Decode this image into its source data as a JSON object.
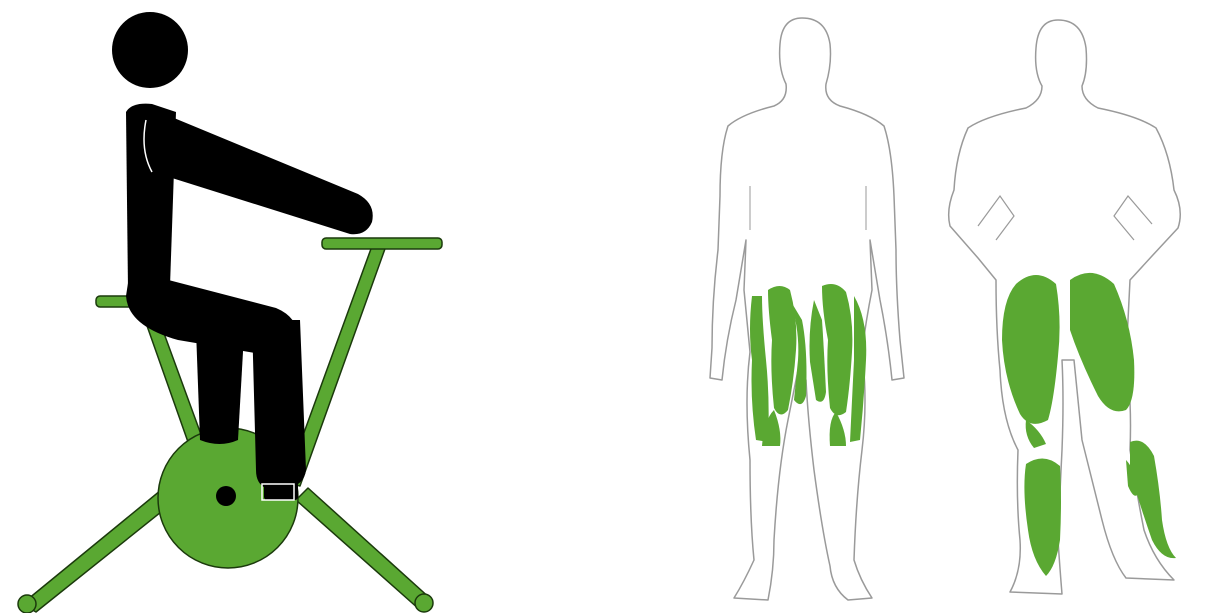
{
  "colors": {
    "figure": "#000000",
    "bike_frame": "#5aa832",
    "bike_outline": "#1b3a0c",
    "muscle_highlight": "#5aa832",
    "body_outline": "#9a9a9a",
    "background": "#ffffff"
  },
  "panels": {
    "bike": {
      "icon": "stationary-bike-rider-icon"
    },
    "front_view": {
      "icon": "body-front-view-icon",
      "highlighted_muscles": [
        "quadriceps",
        "adductors"
      ]
    },
    "back_view": {
      "icon": "body-back-view-icon",
      "highlighted_muscles": [
        "gluteus",
        "hamstrings",
        "calves"
      ]
    }
  }
}
